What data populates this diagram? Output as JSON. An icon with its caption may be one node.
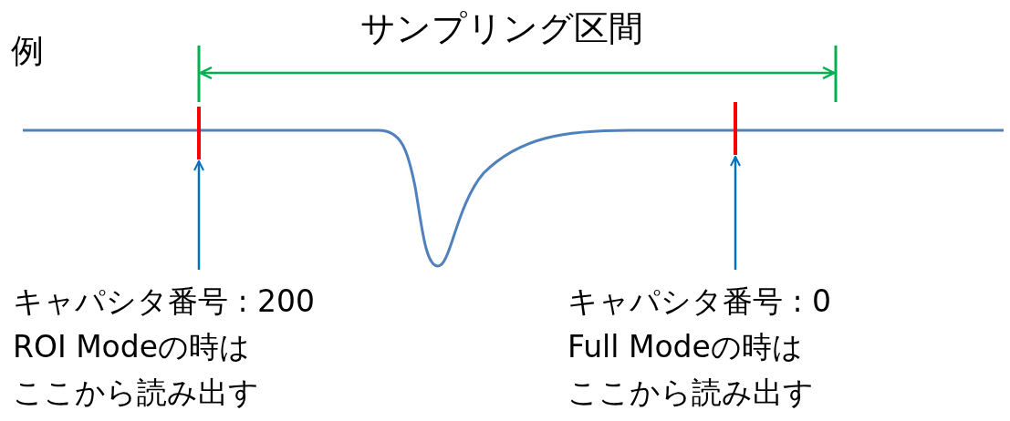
{
  "diagram": {
    "title": "サンプリング区間",
    "nodes": [
      {
        "text": [],
        "shape": "bar"
      },
      {
        "text": [],
        "shape": "bar"
      },
      {
        "text": [
          "キャパシタ番号 : 200",
          "ROI Modeの時は",
          "ここから読み出す"
        ]
      },
      {
        "text": [
          "キャパシタ番号 : 0",
          "Full Modeの時は",
          "ここから読み出す"
        ]
      }
    ],
    "edges": [
      {
        "from": 2,
        "to": 0,
        "arrow": "to"
      },
      {
        "from": 3,
        "to": 1,
        "arrow": "to"
      }
    ],
    "labels": [
      "例"
    ]
  }
}
